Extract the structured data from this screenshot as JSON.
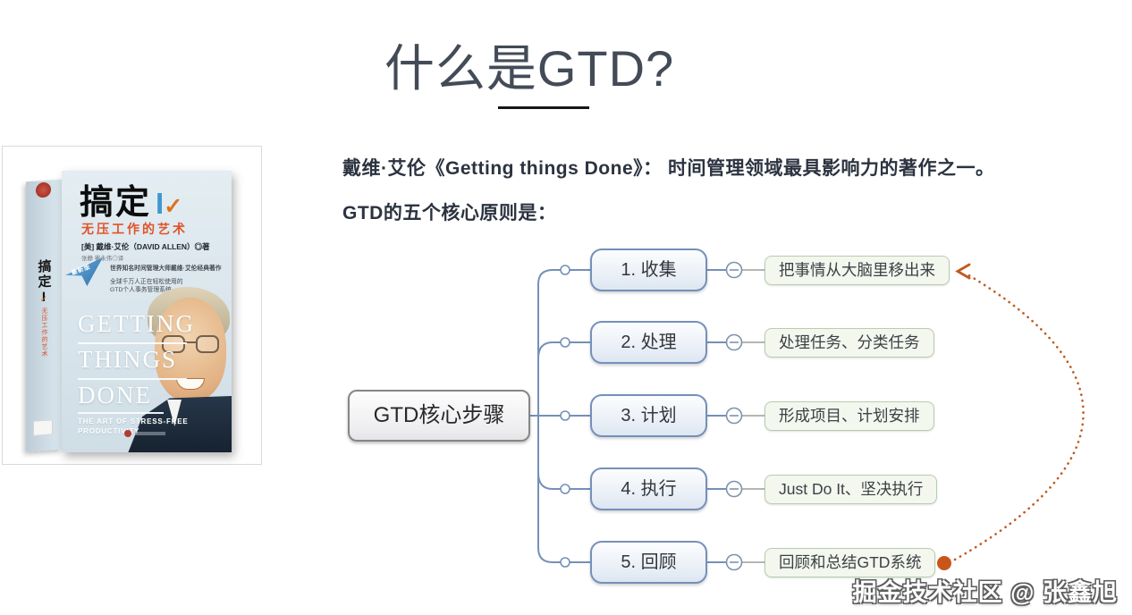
{
  "slide": {
    "title": "什么是GTD?",
    "intro_line": "戴维·艾伦《Getting things Done》： 时间管理领域最具影响力的著作之一。",
    "principles_line": "GTD的五个核心原则是：",
    "watermark": "掘金技术社区 @ 张鑫旭"
  },
  "book": {
    "title": "搞定",
    "volume": "I",
    "check": "✓",
    "subtitle": "无压工作的艺术",
    "author": "[美] 戴维·艾伦（DAVID ALLEN）◎著",
    "translator": "张静 瞿永伟◎译",
    "badge": "最新版",
    "tagline1": "世界知名时间管理大师戴维·艾伦经典著作",
    "tagline2": "全球千万人正在轻松使用的",
    "tagline3": "GTD个人事务管理系统",
    "english_title": [
      "GETTING",
      "THINGS",
      "DONE"
    ],
    "english_subtitle1": "THE ART OF STRESS-FREE",
    "english_subtitle2": "PRODUCTIVITY",
    "spine_title": "搞定I",
    "spine_check": "✓",
    "spine_subtitle": "无压工作的艺术"
  },
  "mindmap": {
    "root": "GTD核心步骤",
    "branches": [
      {
        "step": "1. 收集",
        "detail": "把事情从大脑里移出来"
      },
      {
        "step": "2. 处理",
        "detail": "处理任务、分类任务"
      },
      {
        "step": "3. 计划",
        "detail": "形成项目、计划安排"
      },
      {
        "step": "4. 执行",
        "detail": "Just Do It、坚决执行"
      },
      {
        "step": "5. 回顾",
        "detail": "回顾和总结GTD系统"
      }
    ]
  },
  "colors": {
    "title_text": "#434b57",
    "body_text": "#2c3340",
    "branch_line": "#7590ba",
    "detail_line": "#a8ada6",
    "blue_node_border": "#7590ba",
    "green_node_border": "#b9ccb0",
    "green_node_fill": "#f3f7ee",
    "root_border": "#868686",
    "loop_arrow": "#c05a20",
    "loop_dot": "#c8551a",
    "cover_subtitle": "#e05328",
    "cover_volume_blue": "#3f97cd"
  }
}
